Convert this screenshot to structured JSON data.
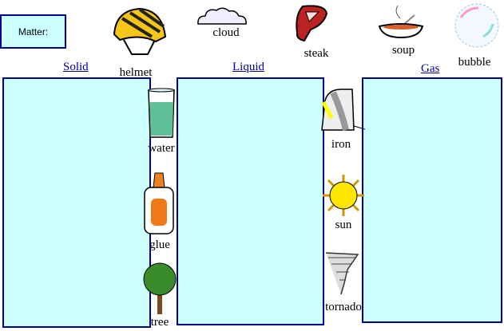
{
  "matter_label": "Matter:",
  "categories": {
    "solid": "Solid",
    "liquid": "Liquid",
    "gas": "Gas"
  },
  "items": {
    "helmet": "helmet",
    "cloud": "cloud",
    "steak": "steak",
    "soup": "soup",
    "bubble": "bubble",
    "water": "water",
    "glue": "glue",
    "tree": "tree",
    "iron": "iron",
    "sun": "sun",
    "tornado": "tornado"
  },
  "colors": {
    "box_fill": "#ccffff",
    "box_border": "#000099",
    "link": "#000099"
  }
}
